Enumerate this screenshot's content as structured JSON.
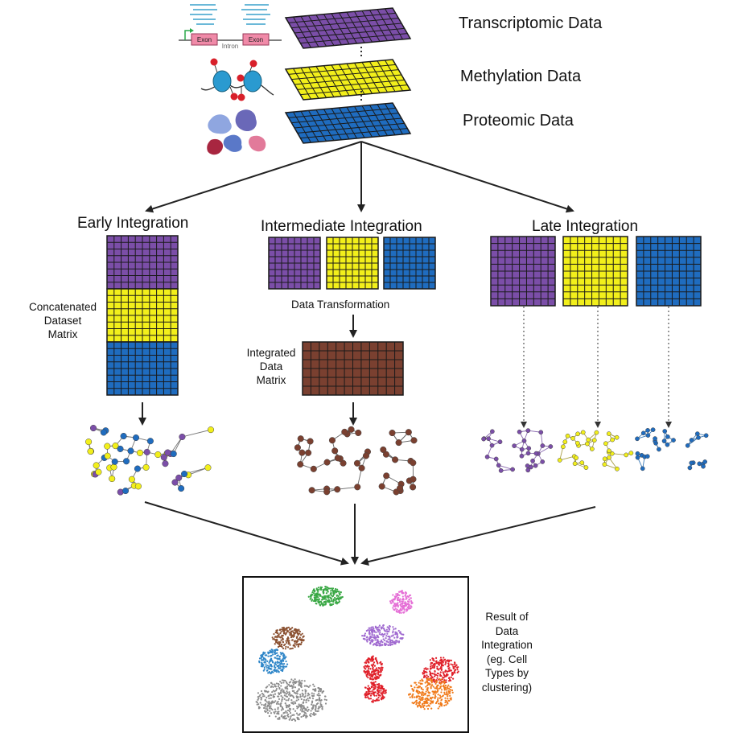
{
  "layers": [
    {
      "label": "Transcriptomic Data",
      "color": "#7b4ea8"
    },
    {
      "label": "Methylation Data",
      "color": "#f2ef1b"
    },
    {
      "label": "Proteomic Data",
      "color": "#1f6cbf"
    }
  ],
  "gene_diagram": {
    "exon1": "Exon",
    "intron": "Intron",
    "exon2": "Exon"
  },
  "strategies": {
    "early": {
      "title": "Early Integration",
      "note_lines": [
        "Concatenated",
        "Dataset",
        "Matrix"
      ]
    },
    "intermediate": {
      "title": "Intermediate Integration",
      "step": "Data Transformation",
      "note_lines": [
        "Integrated",
        "Data",
        "Matrix"
      ]
    },
    "late": {
      "title": "Late Integration"
    }
  },
  "result": {
    "lines": [
      "Result of",
      "Data",
      "Integration",
      "(eg. Cell",
      "Types by",
      "clustering)"
    ]
  },
  "colors": {
    "purple": "#7b4ea8",
    "yellow": "#f2ef1b",
    "blue": "#1f6cbf",
    "brown": "#7a4030",
    "grid_line": "#1a1a1a",
    "clusters": [
      "#3aa845",
      "#e56fd6",
      "#8a5030",
      "#a06ad0",
      "#2f86c8",
      "#e0202a",
      "#f07a1a",
      "#8c8c8c"
    ]
  }
}
